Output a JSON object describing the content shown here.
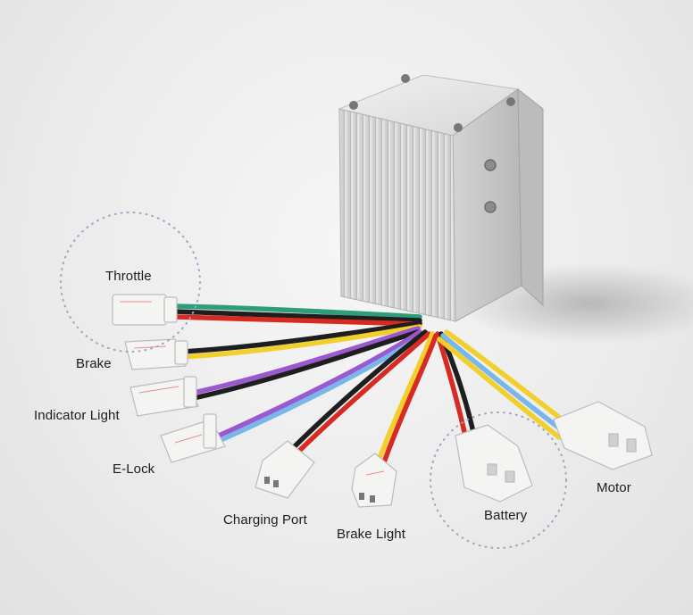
{
  "labels": {
    "throttle": "Throttle",
    "brake": "Brake",
    "indicator_light": "Indicator Light",
    "e_lock": "E-Lock",
    "charging_port": "Charging Port",
    "brake_light": "Brake Light",
    "battery": "Battery",
    "motor": "Motor"
  },
  "colors": {
    "background": "#ececec",
    "housing": "#d8d8d8",
    "wire_green": "#2e9e7a",
    "wire_red": "#d62a22",
    "wire_black": "#1e1e1e",
    "wire_yellow": "#f2cf2a",
    "wire_purple": "#9a59cf",
    "wire_blue": "#79b6ea",
    "connector": "#f4f4f2",
    "dotted_circle": "#9aa6c4"
  },
  "icons": [
    "controller-housing",
    "wire-harness",
    "connector-plug",
    "dotted-highlight-circle"
  ]
}
